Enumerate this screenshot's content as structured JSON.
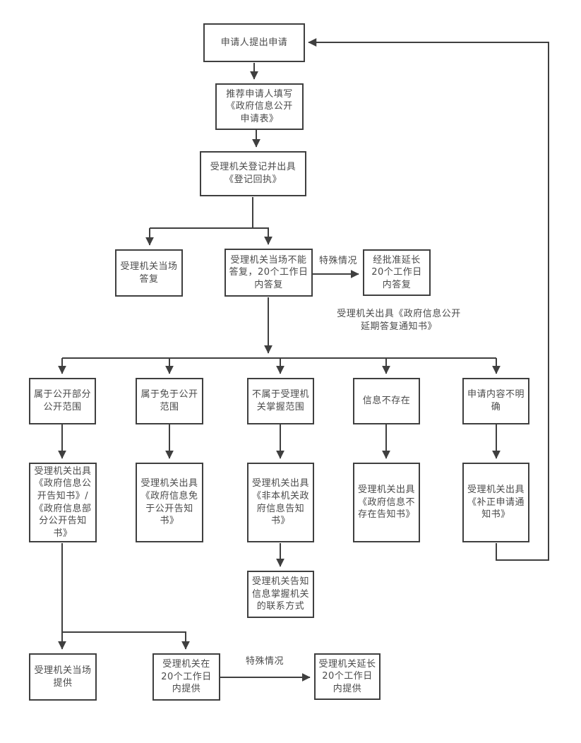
{
  "flowchart": {
    "nodes": {
      "applicant_submit": "申请人提出申请",
      "fill_form": "推荐申请人填写\n《政府信息公开\n申请表》",
      "register_receipt": "受理机关登记并出具\n《登记回执》",
      "onspot_reply": "受理机关当场\n答复",
      "cannot_onspot_reply": "受理机关当场不能\n答复，20个工作日\n内答复",
      "approved_extension_reply": "经批准延长\n20个工作日\n内答复",
      "belongs_partial_public": "属于公开部分\n公开范围",
      "exempt_from_public": "属于免于公开\n范围",
      "not_under_authority": "不属于受理机\n关掌握范围",
      "info_not_exist": "信息不存在",
      "content_unclear": "申请内容不明\n确",
      "notice_public_disclosure": "受理机关出具\n《政府信息公\n开告知书》/\n《政府信息部\n分公开告知\n书》",
      "notice_exempt": "受理机关出具\n《政府信息免\n于公开告知\n书》",
      "notice_other_authority": "受理机关出具\n《非本机关政\n府信息告知\n书》",
      "notice_not_exist": "受理机关出具\n《政府信息不\n存在告知书》",
      "notice_supplement": "受理机关出具\n《补正申请通\n知书》",
      "inform_contact_info": "受理机关告知\n信息掌握机关\n的联系方式",
      "onspot_provide": "受理机关当场\n提供",
      "provide_in_20days": "受理机关在\n20个工作日\n内提供",
      "extended_provide": "受理机关延长\n20个工作日\n内提供"
    },
    "labels": {
      "special_case_reply": "特殊情况",
      "special_case_provide": "特殊情况",
      "delay_notice": "受理机关出具《政府信息公开\n延期答复通知书》"
    },
    "colors": {
      "line": "#3f3f3f",
      "text": "#4a4a4a",
      "background": "#ffffff"
    }
  }
}
